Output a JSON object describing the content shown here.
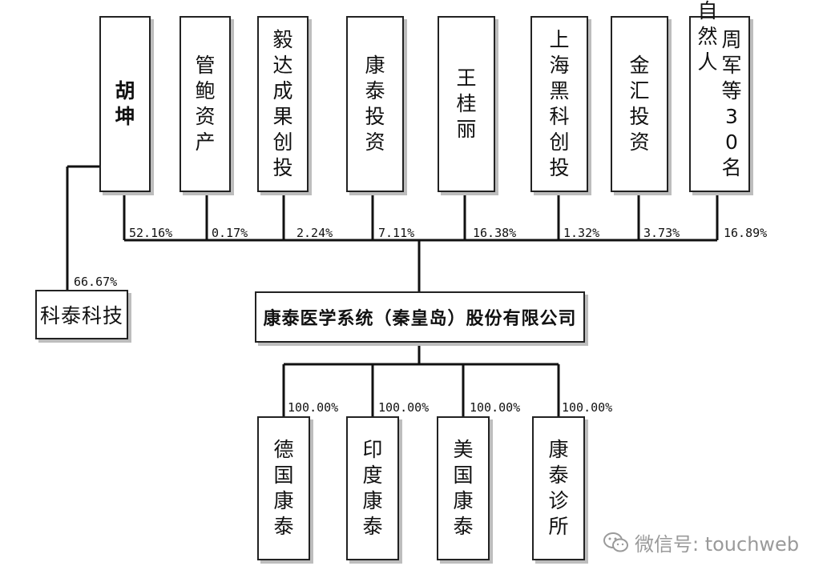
{
  "shareholders": [
    {
      "name": "胡坤",
      "pct": "52.16%"
    },
    {
      "name": "管鲍资产",
      "pct": "0.17%"
    },
    {
      "name": "毅达成果创投",
      "pct": "2.24%"
    },
    {
      "name": "康泰投资",
      "pct": "7.11%"
    },
    {
      "name": "王桂丽",
      "pct": "16.38%"
    },
    {
      "name": "上海黑科创投",
      "pct": "1.32%"
    },
    {
      "name": "金汇投资",
      "pct": "3.73%"
    },
    {
      "name_col1": "周军等30名",
      "name_col2": "自然人",
      "pct": "16.89%"
    }
  ],
  "side": {
    "name": "科泰科技",
    "pct": "66.67%"
  },
  "company": {
    "name": "康泰医学系统（秦皇岛）股份有限公司"
  },
  "subsidiaries": [
    {
      "name": "德国康泰",
      "pct": "100.00%"
    },
    {
      "name": "印度康泰",
      "pct": "100.00%"
    },
    {
      "name": "美国康泰",
      "pct": "100.00%"
    },
    {
      "name": "康泰诊所",
      "pct": "100.00%"
    }
  ],
  "watermark": {
    "text": "微信号: touchweb",
    "icon": "wechat-icon"
  }
}
